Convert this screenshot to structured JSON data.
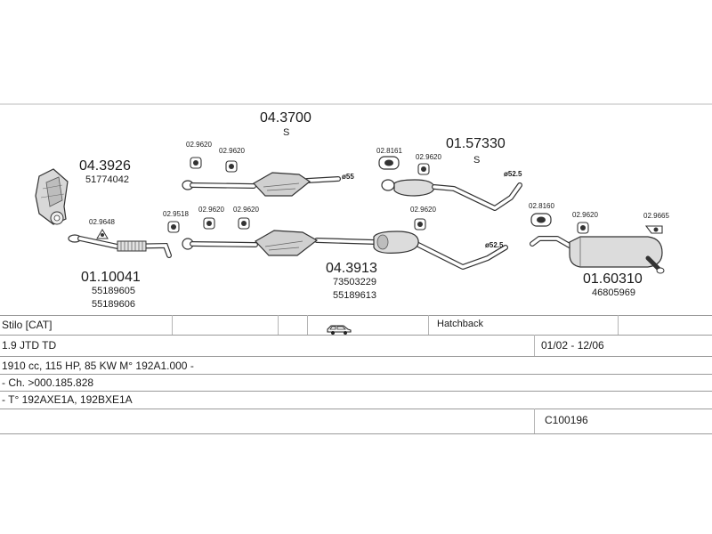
{
  "parts": {
    "p1": {
      "code": "04.3926",
      "sub": "51774042"
    },
    "p2": {
      "code": "01.10041",
      "sub1": "55189605",
      "sub2": "55189606"
    },
    "p3": {
      "code": "04.3700",
      "sub": "S"
    },
    "p4": {
      "code": "04.3913",
      "sub1": "73503229",
      "sub2": "55189613"
    },
    "p5": {
      "code": "01.57330",
      "sub": "S"
    },
    "p6": {
      "code": "01.60310",
      "sub": "46805969"
    }
  },
  "clips": {
    "c_9648": "02.9648",
    "c_9620_a": "02.9620",
    "c_9620_b": "02.9620",
    "c_9518": "02.9518",
    "c_9620_c": "02.9620",
    "c_9620_d": "02.9620",
    "c_8161": "02.8161",
    "c_9620_e": "02.9620",
    "c_9620_f": "02.9620",
    "c_8160": "02.8160",
    "c_9620_g": "02.9620",
    "c_9665": "02.9665"
  },
  "diameters": {
    "d55": "ø55",
    "d52_upper": "ø52.5",
    "d52_lower": "ø52.5"
  },
  "table": {
    "model": "Stilo  [CAT]",
    "body": "Hatchback",
    "engine": "1.9 JTD TD",
    "years": "01/02 - 12/06",
    "spec": "1910 cc, 115 HP, 85 KW M° 192A1.000 -",
    "chassis": "- Ch. >000.185.828",
    "type": "- T° 192AXE1A, 192BXE1A",
    "code": "C100196"
  }
}
